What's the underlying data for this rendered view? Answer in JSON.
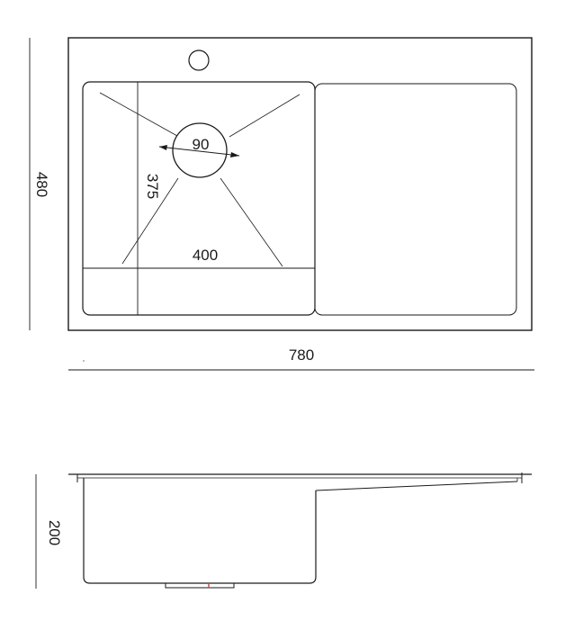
{
  "top_view": {
    "overall_width": "780",
    "overall_depth": "480",
    "bowl_width": "400",
    "bowl_depth": "375",
    "drain_diameter": "90"
  },
  "side_view": {
    "height": "200"
  },
  "colors": {
    "line": "#1a1a1a",
    "background": "#ffffff"
  }
}
